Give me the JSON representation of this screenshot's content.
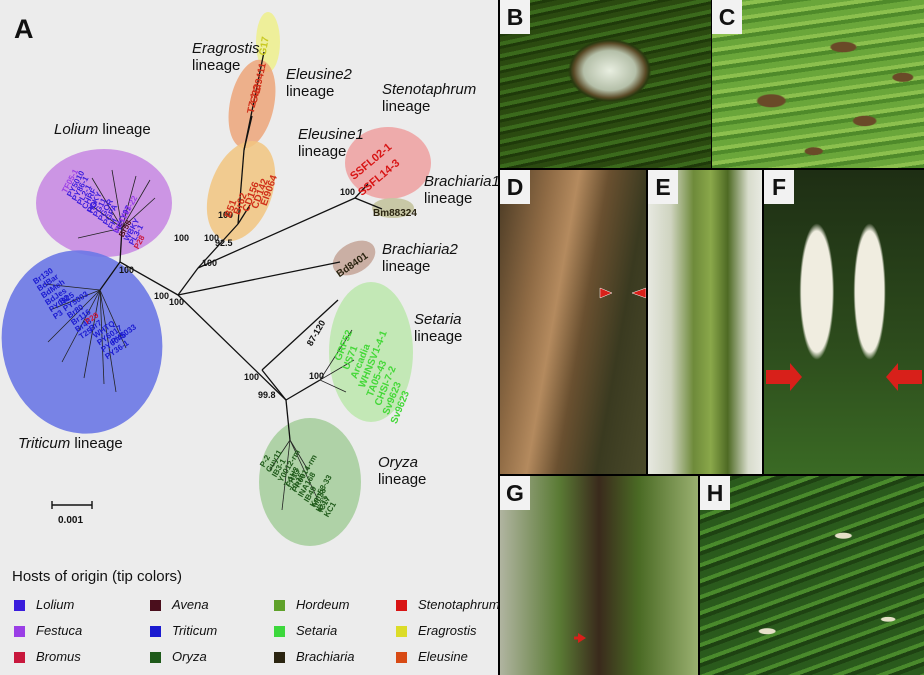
{
  "panel_a": {
    "letter": "A",
    "scale_bar": "0.001",
    "lineages": {
      "eragrostis": {
        "name": "Eragrostis",
        "word": "lineage"
      },
      "eleusine2": {
        "name": "Eleusine2",
        "word": "lineage"
      },
      "stenotaphrum": {
        "name": "Stenotaphrum",
        "word": "lineage"
      },
      "eleusine1": {
        "name": "Eleusine1",
        "word": "lineage"
      },
      "lolium": {
        "name": "Lolium",
        "word": "lineage"
      },
      "brachiaria1": {
        "name": "Brachiaria1",
        "word": "lineage"
      },
      "brachiaria2": {
        "name": "Brachiaria2",
        "word": "lineage"
      },
      "setaria": {
        "name": "Setaria",
        "word": "lineage"
      },
      "triticum": {
        "name": "Triticum",
        "word": "lineage"
      },
      "oryza": {
        "name": "Oryza",
        "word": "lineage"
      }
    },
    "bootstrap": [
      "100",
      "100",
      "100",
      "100",
      "92.5",
      "100",
      "100",
      "100",
      "100",
      "87-120",
      "100",
      "99.8",
      "100"
    ],
    "tips": {
      "eragrostis": [
        "G17"
      ],
      "eleusine2": [
        "TZ-1",
        "G22",
        "EI9411"
      ],
      "eleusine1": [
        "B51",
        "Br62",
        "CD156",
        "CD142",
        "EI9064"
      ],
      "stenotaphrum": [
        "SSFL02-1",
        "SSFL14-3"
      ],
      "brachiaria1": [
        "Bm88324"
      ],
      "brachiaria2": [
        "Bd8401"
      ],
      "setaria": [
        "GRF52",
        "US71",
        "Arcadia",
        "WHNSV1-4-1",
        "TA05-43",
        "CHSI-7-2",
        "Sv9623",
        "Sv9623"
      ],
      "lolium": [
        "TF05-1",
        "PY5010",
        "PY86-1",
        "PL2-1",
        "CHRF",
        "PGKY",
        "HO",
        "PG11",
        "PGOR",
        "PGPA",
        "FH",
        "LpKY97",
        "PG1213-22",
        "Br58",
        "WBKY",
        "PL3-1",
        "P28"
      ],
      "triticum": [
        "Br130",
        "BdBar",
        "BdMeh",
        "BdJes",
        "PY0925",
        "P3",
        "B2",
        "PY5003",
        "Br80",
        "Br116",
        "Br48",
        "T25",
        "P29",
        "Br7",
        "WHTQ",
        "PY6017",
        "PY6045",
        "PY36-1",
        "PY5033"
      ],
      "oryza": [
        "P-2",
        "Guy11",
        "IB3-1",
        "Y0012-rm",
        "7-1H3",
        "70-15",
        "FR13",
        "PR0014-rm",
        "INA168",
        "IB49",
        "Ken53-33",
        "IB33",
        "ML33",
        "IC17",
        "KC1"
      ]
    },
    "legend": {
      "title": "Hosts of origin (tip colors)",
      "items": [
        {
          "label": "Lolium",
          "color": "#3a1cdc"
        },
        {
          "label": "Festuca",
          "color": "#9a3ee6"
        },
        {
          "label": "Bromus",
          "color": "#c8173c"
        },
        {
          "label": "Avena",
          "color": "#4a0e1c"
        },
        {
          "label": "Triticum",
          "color": "#1a1ad0"
        },
        {
          "label": "Oryza",
          "color": "#1f5a1a"
        },
        {
          "label": "Hordeum",
          "color": "#5fa12a"
        },
        {
          "label": "Setaria",
          "color": "#3cd83c"
        },
        {
          "label": "Brachiaria",
          "color": "#2a2410"
        },
        {
          "label": "Stenotaphrum",
          "color": "#d81414"
        },
        {
          "label": "Eragrostis",
          "color": "#dcdc28"
        },
        {
          "label": "Eleusine",
          "color": "#d84a14"
        }
      ]
    }
  },
  "photo_panels": [
    "B",
    "C",
    "D",
    "E",
    "F",
    "G",
    "H"
  ]
}
